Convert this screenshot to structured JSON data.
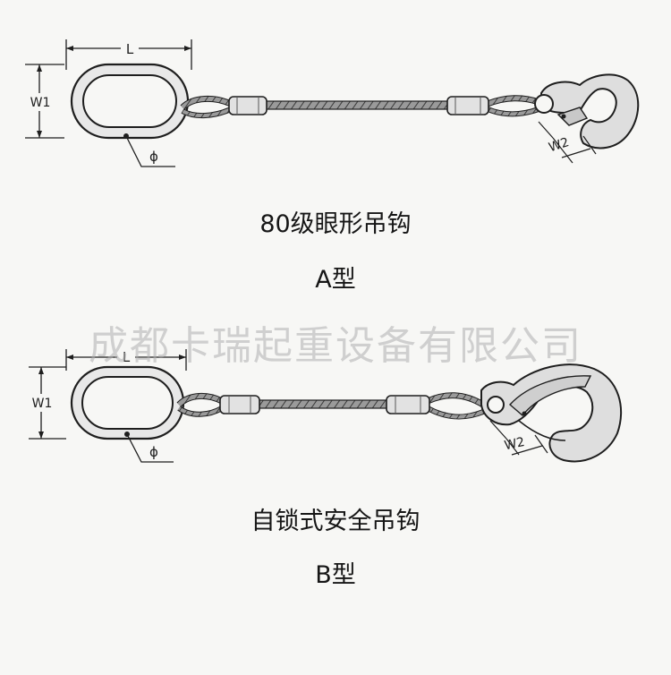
{
  "colors": {
    "line": "#1e1e1e",
    "metal_fill": "#dcdcdc",
    "cable_fill": "#8a8a8a",
    "watermark": "#b0b0b0",
    "background": "#f7f7f5"
  },
  "watermark": "成都卡瑞起重设备有限公司",
  "diagram_a": {
    "title": "80级眼形吊钩",
    "type_label": "A型",
    "dim_length": "L",
    "dim_width": "W1",
    "dim_diameter": "ϕ",
    "dim_hook": "W2"
  },
  "diagram_b": {
    "title": "自锁式安全吊钩",
    "type_label": "B型",
    "dim_length": "L",
    "dim_width": "W1",
    "dim_diameter": "ϕ",
    "dim_hook": "W2"
  }
}
